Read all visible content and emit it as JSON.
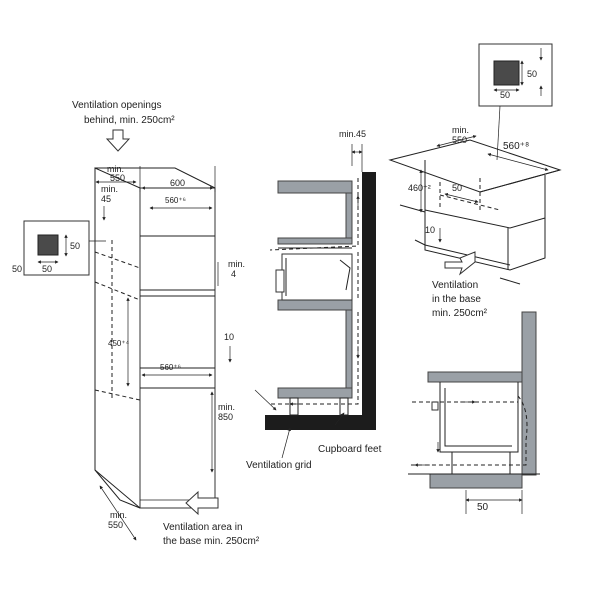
{
  "left_view": {
    "vent_behind_line1": "Ventilation openings",
    "vent_behind_line2": "behind, min. 250cm²",
    "min550_top_a": "min.",
    "min550_top_b": "550",
    "dim600": "600",
    "min45_a": "min.",
    "min45_b": "45",
    "dim560a": "560⁺⁶",
    "inset_50_right": "50",
    "inset_50_bottom": "50",
    "inset_50_left": "50",
    "min4_a": "min.",
    "min4_b": "4",
    "dim450": "450⁺⁴",
    "dim10": "10",
    "dim560b": "560⁺⁶",
    "min850_a": "min.",
    "min850_b": "850",
    "min550_bottom_a": "min.",
    "min550_bottom_b": "550",
    "vent_base_line1": "Ventilation area in",
    "vent_base_line2": "the base min. 250cm²"
  },
  "middle_view": {
    "min45": "min.45",
    "cupboard_feet": "Cupboard feet",
    "ventilation_grid": "Ventilation grid"
  },
  "right_top_view": {
    "inset_50_right": "50",
    "inset_50_bottom": "50",
    "min550_a": "min.",
    "min550_b": "550",
    "dim560": "560⁺⁸",
    "dim460": "460⁺²",
    "dim50": "50",
    "dim10": "10",
    "vent_line1": "Ventilation",
    "vent_line2": "in the base",
    "vent_line3": "min. 250cm²"
  },
  "right_bottom_view": {
    "dim50": "50"
  }
}
